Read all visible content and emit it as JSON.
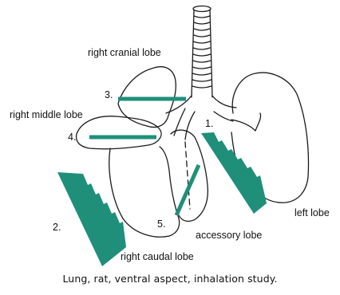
{
  "lobes": {
    "right_cranial": "right cranial lobe",
    "right_middle": "right middle lobe",
    "right_caudal": "right caudal lobe",
    "left": "left lobe",
    "accessory": "accessory lobe"
  },
  "section_markers": [
    "1.",
    "2.",
    "3.",
    "4.",
    "5."
  ],
  "caption": "Lung, rat, ventral aspect, inhalation study.",
  "colors": {
    "marker": "#1f8f7a",
    "outline": "#1a1a1a",
    "text": "#111111"
  }
}
